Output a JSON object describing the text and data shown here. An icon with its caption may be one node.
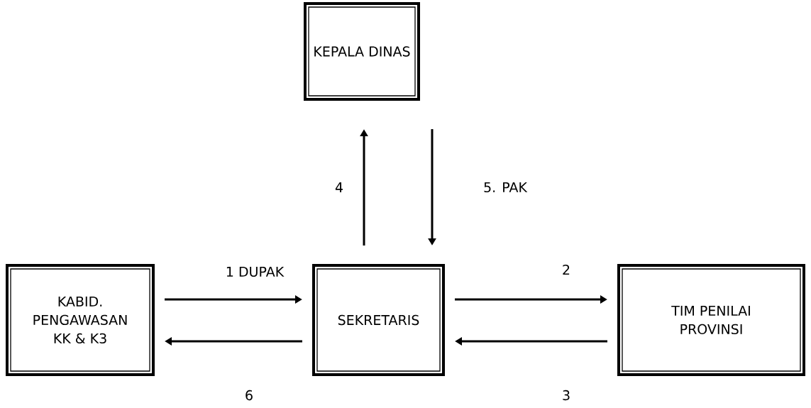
{
  "diagram": {
    "nodes": [
      {
        "text": [
          "KEPALA DINAS"
        ]
      },
      {
        "text": [
          "KABID. PENGAWASAN KK & K3"
        ]
      },
      {
        "text": [
          "SEKRETARIS"
        ]
      },
      {
        "text": [
          "TIM PENILAI PROVINSI"
        ]
      }
    ],
    "edges": [
      {
        "from": 1,
        "to": 2,
        "arrow": "to",
        "label": "1 DUPAK"
      },
      {
        "from": 2,
        "to": 1,
        "arrow": "to",
        "label": "6"
      },
      {
        "from": 2,
        "to": 3,
        "arrow": "to",
        "label": "2"
      },
      {
        "from": 3,
        "to": 2,
        "arrow": "to",
        "label": "3"
      },
      {
        "from": 2,
        "to": 0,
        "arrow": "to",
        "label": "4"
      },
      {
        "from": 0,
        "to": 2,
        "arrow": "to",
        "label": "5. PAK"
      }
    ]
  }
}
